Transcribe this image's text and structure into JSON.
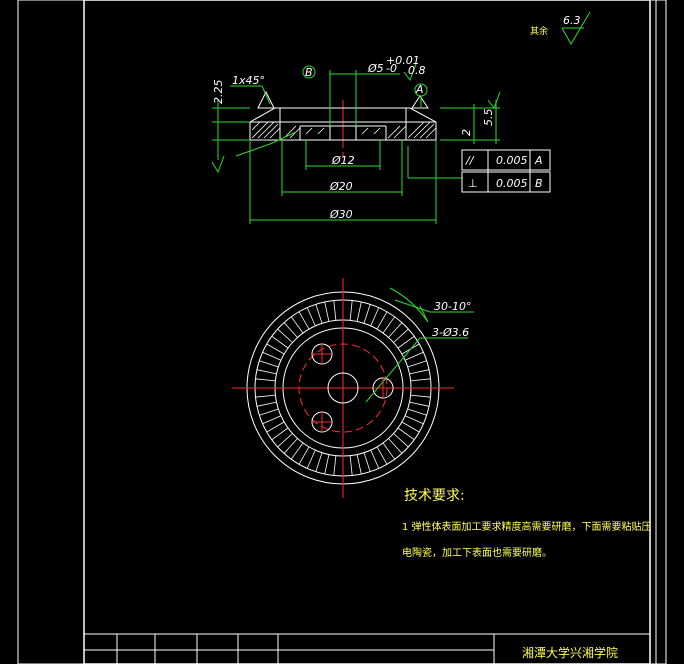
{
  "roughness": {
    "label": "其余",
    "value": "6.3"
  },
  "section_view": {
    "chamfer": "1x45°",
    "dim_2_25": "2.25",
    "dim_5_5": "5.5",
    "dim_2": "2",
    "dia_top": "Ø5",
    "tol_upper": "+0.01",
    "tol_lower": "-0",
    "dia_12": "Ø12",
    "dia_20": "Ø20",
    "dia_30": "Ø30",
    "datum_a": "A",
    "datum_b": "B",
    "roughness_small": "0.8"
  },
  "tolerance_frame": [
    {
      "symbol": "//",
      "value": "0.005",
      "datum": "A"
    },
    {
      "symbol": "⊥",
      "value": "0.005",
      "datum": "B"
    }
  ],
  "plan_view": {
    "angle_note": "30-10°",
    "holes_note": "3-Ø3.6"
  },
  "tech_requirements": {
    "heading": "技术要求:",
    "line1": "1 弹性体表面加工要求精度高需要研磨，下面需要粘贴压",
    "line2": "电陶瓷，加工下表面也需要研磨。"
  },
  "title_block": {
    "school": "湘潭大学兴湘学院"
  }
}
